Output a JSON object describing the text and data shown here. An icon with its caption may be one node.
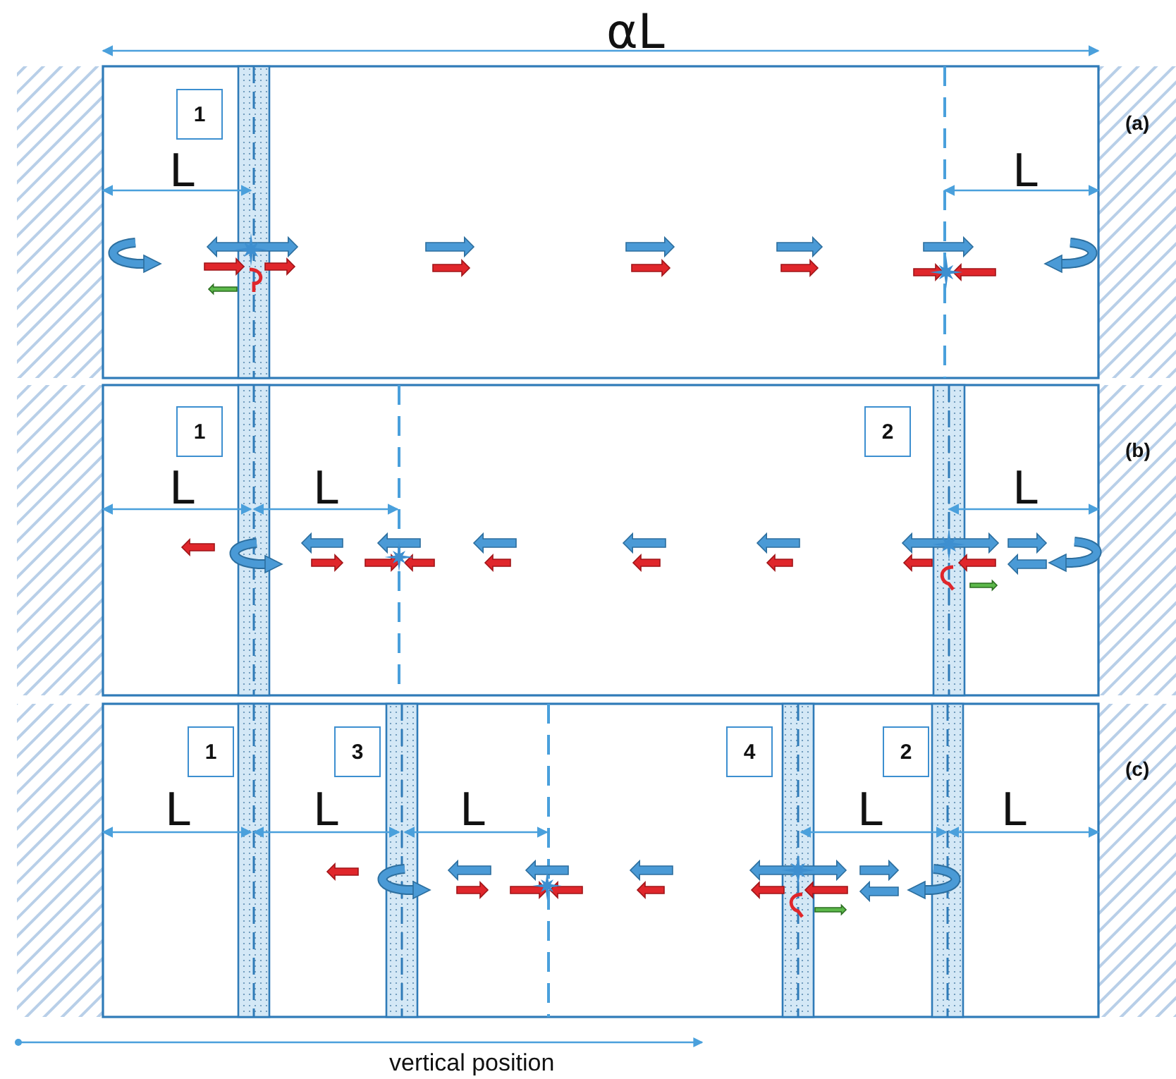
{
  "diagram": {
    "nodes": [
      {
        "text": [
          "1"
        ]
      },
      {
        "text": [
          "1"
        ]
      },
      {
        "text": [
          "2"
        ]
      },
      {
        "text": [
          "1"
        ]
      },
      {
        "text": [
          "3"
        ]
      },
      {
        "text": [
          "4"
        ]
      },
      {
        "text": [
          "2"
        ]
      }
    ],
    "labels": [
      "αL",
      "(a)",
      "L",
      "L",
      "(b)",
      "L",
      "L",
      "L",
      "(c)",
      "L",
      "L",
      "L",
      "L",
      "L",
      "vertical position"
    ]
  }
}
